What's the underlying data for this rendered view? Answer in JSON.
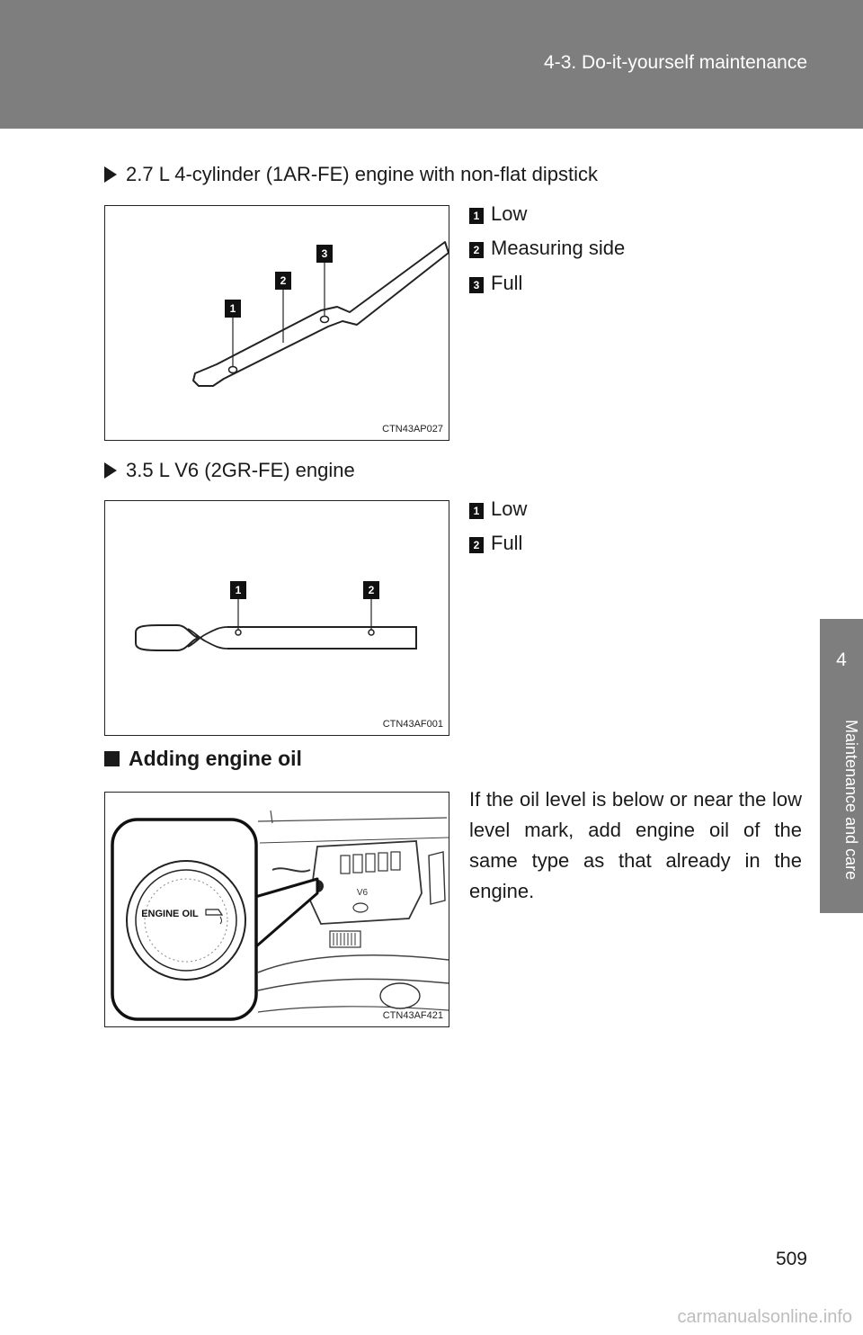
{
  "header": {
    "section_title": "4-3. Do-it-yourself maintenance"
  },
  "side_tab": {
    "chapter_number": "4",
    "chapter_name": "Maintenance and care"
  },
  "sections": [
    {
      "heading": "2.7 L 4-cylinder (1AR-FE) engine with non-flat dipstick",
      "figure_code": "CTN43AP027",
      "legend": [
        {
          "num": "1",
          "label": "Low"
        },
        {
          "num": "2",
          "label": "Measuring side"
        },
        {
          "num": "3",
          "label": "Full"
        }
      ]
    },
    {
      "heading": "3.5 L V6 (2GR-FE) engine",
      "figure_code": "CTN43AF001",
      "legend": [
        {
          "num": "1",
          "label": "Low"
        },
        {
          "num": "2",
          "label": "Full"
        }
      ]
    }
  ],
  "adding_oil": {
    "heading": "Adding engine oil",
    "figure_code": "CTN43AF421",
    "cap_label": "ENGINE OIL",
    "engine_badge": "V6",
    "text": "If the oil level is below or near the low level mark, add engine oil of the same type as that already in the engine."
  },
  "page_number": "509",
  "watermark": "carmanualsonline.info"
}
